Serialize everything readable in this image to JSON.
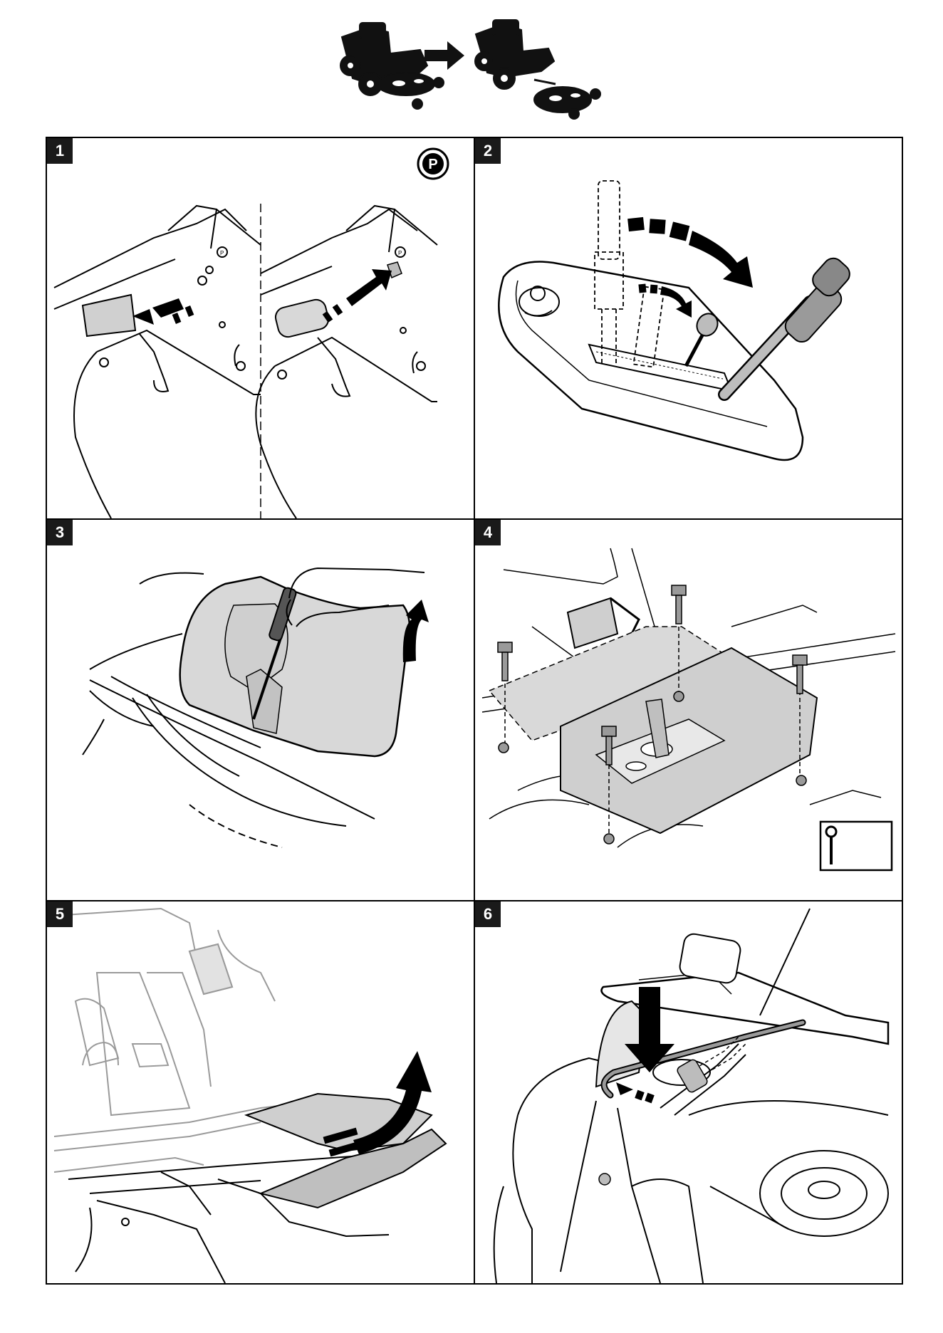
{
  "panels": [
    {
      "label": "1"
    },
    {
      "label": "2"
    },
    {
      "label": "3"
    },
    {
      "label": "4"
    },
    {
      "label": "5"
    },
    {
      "label": "6"
    }
  ],
  "icons": {
    "parking": "P"
  },
  "colors": {
    "ink": "#000000",
    "badge": "#1a1a1a",
    "shade": "#d8d8d8",
    "light_shade": "#ececec",
    "faded": "#9a9a9a"
  }
}
